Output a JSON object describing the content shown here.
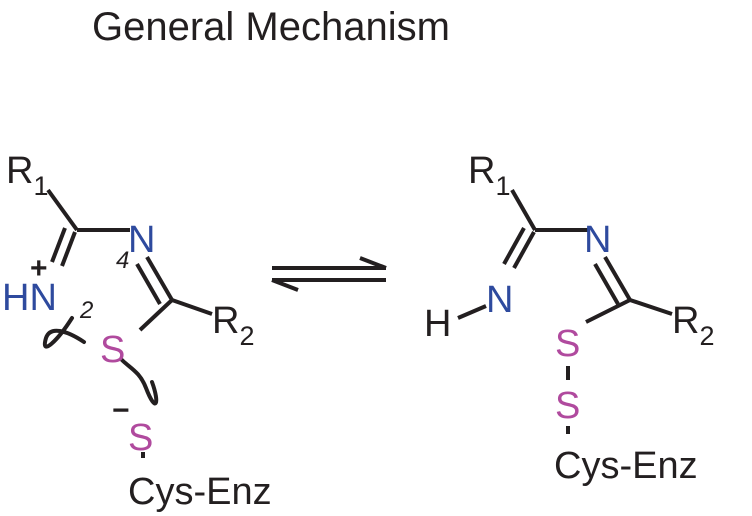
{
  "title": "General Mechanism",
  "colors": {
    "nitrogen": "#2e4a9e",
    "sulfur": "#b04a9e",
    "bond": "#231f20"
  },
  "reactant": {
    "r1": "R",
    "r1_sub": "1",
    "n_top": "N",
    "pos_4": "4",
    "charge_plus": "+",
    "hn_h": "H",
    "hn_n": "N",
    "pos_2": "2",
    "s_ring": "S",
    "r2": "R",
    "r2_sub": "2",
    "charge_minus": "−",
    "s_cys": "S",
    "cys_enz": "Cys-Enz"
  },
  "product": {
    "r1": "R",
    "r1_sub": "1",
    "n_top": "N",
    "h": "H",
    "n_imine": "N",
    "s_top": "S",
    "s_bottom": "S",
    "r2": "R",
    "r2_sub": "2",
    "cys_enz": "Cys-Enz"
  },
  "equilibrium": "reversible"
}
